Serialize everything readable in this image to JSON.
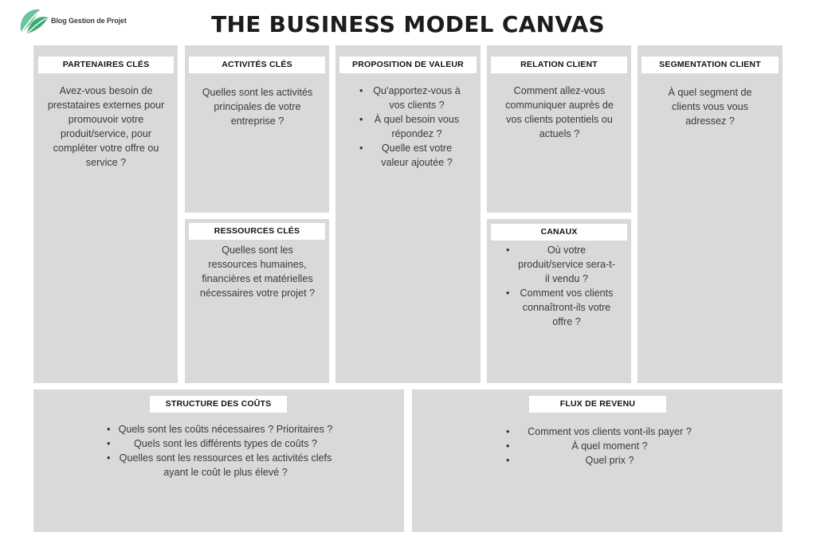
{
  "header": {
    "logo_text": "Blog Gestion de Projet",
    "title": "THE BUSINESS MODEL CANVAS"
  },
  "blocks": {
    "partenaires": {
      "label": "PARTENAIRES CLÉS",
      "text": "Avez-vous besoin de prestataires externes pour promouvoir votre produit/service, pour compléter votre offre ou service ?"
    },
    "activites": {
      "label": "ACTIVITÉS CLÉS",
      "text": "Quelles sont les activités principales de votre entreprise ?"
    },
    "ressources": {
      "label": "RESSOURCES CLÉS",
      "text": "Quelles sont les ressources humaines, financières et matérielles nécessaires votre projet ?"
    },
    "proposition": {
      "label": "PROPOSITION DE VALEUR",
      "items": [
        "Qu'apportez-vous à vos clients ?",
        "À quel besoin vous répondez ?",
        "Quelle est votre valeur ajoutée ?"
      ]
    },
    "relation": {
      "label": "RELATION CLIENT",
      "text": "Comment allez-vous communiquer auprès de vos clients potentiels ou actuels ?"
    },
    "canaux": {
      "label": "CANAUX",
      "items": [
        "Où votre produit/service sera-t-il vendu ?",
        "Comment vos clients connaîtront-ils votre offre ?"
      ]
    },
    "segmentation": {
      "label": "SEGMENTATION CLIENT",
      "text": "À quel segment de clients vous vous adressez ?"
    },
    "couts": {
      "label": "STRUCTURE DES COÛTS",
      "items": [
        "Quels sont les coûts nécessaires ? Prioritaires ?",
        "Quels sont les différents types de coûts ?",
        "Quelles sont les ressources et les activités clefs ayant le coût le plus élevé ?"
      ]
    },
    "revenus": {
      "label": "FLUX DE REVENU",
      "items": [
        "Comment vos clients vont-ils payer ?",
        "À quel moment ?",
        "Quel prix ?"
      ]
    }
  }
}
